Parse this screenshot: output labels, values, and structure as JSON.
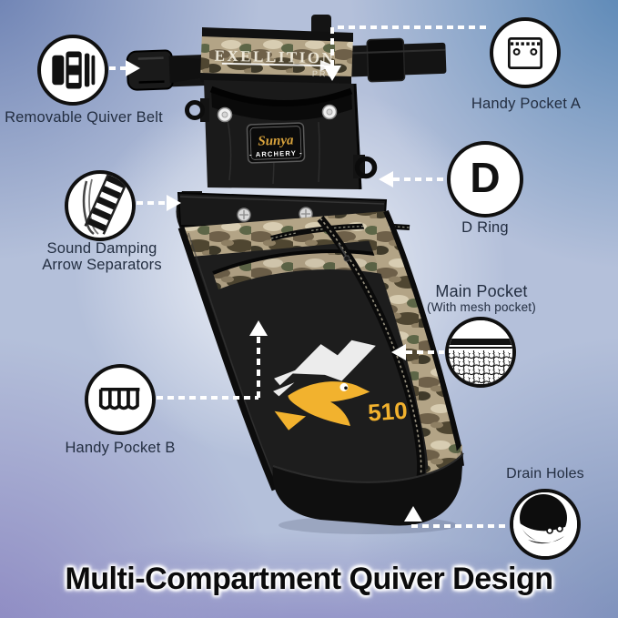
{
  "title": {
    "text": "Multi-Compartment Quiver Design"
  },
  "product": {
    "band_line1": "EXELLITION",
    "band_line2": "PRO",
    "patch_brand": "Sunya",
    "patch_sub": "- ARCHERY -",
    "model_number": "510"
  },
  "callouts": {
    "removable_belt": {
      "label": "Removable Quiver Belt"
    },
    "handy_pocket_a": {
      "label": "Handy Pocket A"
    },
    "sound_damping": {
      "label_line1": "Sound Damping",
      "label_line2": "Arrow Separators"
    },
    "d_ring": {
      "label": "D Ring",
      "icon_letter": "D"
    },
    "main_pocket": {
      "label": "Main Pocket",
      "sublabel": "(With mesh pocket)"
    },
    "handy_pocket_b": {
      "label": "Handy Pocket B"
    },
    "drain_holes": {
      "label": "Drain Holes"
    }
  },
  "colors": {
    "accent_yellow": "#f2b22e",
    "arrow_white": "#ffffff",
    "label_text": "#232e41",
    "bg_top_left": "#6b80b2",
    "bg_top_right": "#5886b5",
    "bg_bottom_purple": "#8d89c2",
    "bg_bottom_right": "#7b8fba"
  }
}
